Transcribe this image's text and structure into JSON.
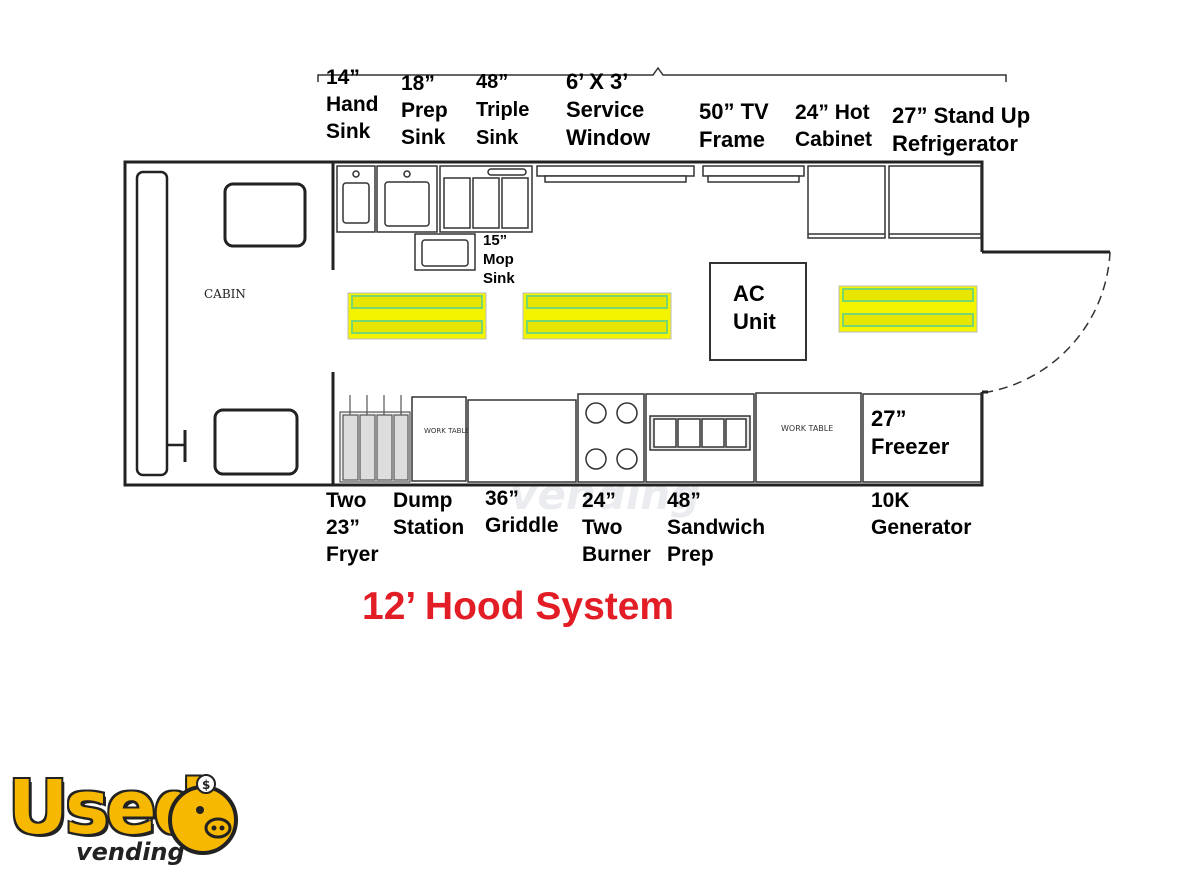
{
  "top_labels": [
    {
      "id": "hand-sink",
      "lines": [
        "14”",
        "Hand",
        "Sink"
      ]
    },
    {
      "id": "prep-sink",
      "lines": [
        "18”",
        "Prep",
        "Sink"
      ]
    },
    {
      "id": "triple-sink",
      "lines": [
        "48”",
        "Triple",
        "Sink"
      ]
    },
    {
      "id": "service-window",
      "lines": [
        "6’ X 3’",
        "Service",
        "Window"
      ]
    },
    {
      "id": "tv-frame",
      "lines": [
        "50” TV",
        "Frame"
      ]
    },
    {
      "id": "hot-cabinet",
      "lines": [
        "24” Hot",
        "Cabinet"
      ]
    },
    {
      "id": "refrigerator",
      "lines": [
        "27” Stand Up",
        "Refrigerator"
      ]
    }
  ],
  "bottom_labels": [
    {
      "id": "fryer",
      "lines": [
        "Two",
        "23”",
        "Fryer"
      ]
    },
    {
      "id": "dump-station",
      "lines": [
        "Dump",
        "Station"
      ]
    },
    {
      "id": "griddle",
      "lines": [
        "36”",
        "Griddle"
      ]
    },
    {
      "id": "two-burner",
      "lines": [
        "24”",
        "Two",
        "Burner"
      ]
    },
    {
      "id": "sandwich-prep",
      "lines": [
        "48”",
        "Sandwich",
        "Prep"
      ]
    },
    {
      "id": "generator",
      "lines": [
        "10K",
        "Generator"
      ]
    }
  ],
  "mop_sink": {
    "lines": [
      "15”",
      "Mop",
      "Sink"
    ]
  },
  "ac_unit": {
    "lines": [
      "AC",
      "Unit"
    ]
  },
  "freezer": {
    "lines": [
      "27”",
      "Freezer"
    ]
  },
  "cabin_label": "CABIN",
  "work_table_label": "WORK TABLE",
  "hood_system": "12’ Hood System",
  "logo": {
    "word": "Used",
    "sub": "vending"
  },
  "colors": {
    "hood_text": "#e21d25",
    "light_fill": "#f4f400",
    "light_stripe": "#e6e600",
    "light_cap": "#7ad66f",
    "logo_yellow": "#f6b800"
  }
}
